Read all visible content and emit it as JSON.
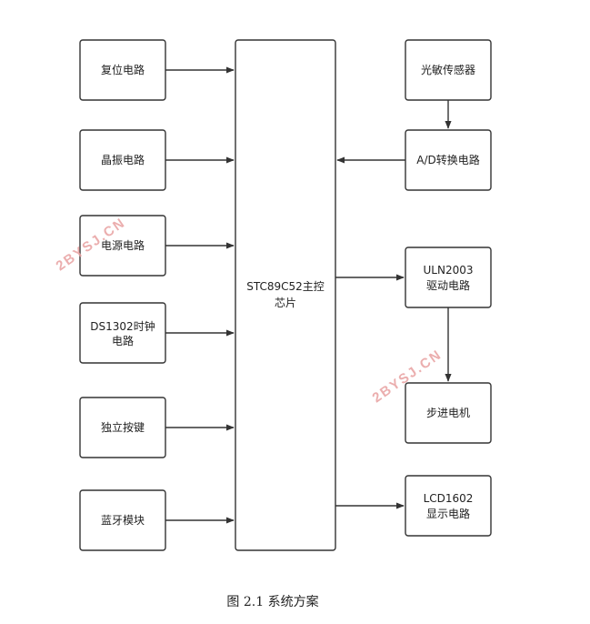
{
  "diagram": {
    "main": {
      "line1": "STC89C52主控",
      "line2": "芯片"
    },
    "left": {
      "reset": "复位电路",
      "crystal": "晶振电路",
      "power": "电源电路",
      "rtc_line1": "DS1302时钟",
      "rtc_line2": "电路",
      "keys": "独立按键",
      "bluetooth": "蓝牙模块"
    },
    "right": {
      "photo": "光敏传感器",
      "adc": "A/D转换电路",
      "uln_line1": "ULN2003",
      "uln_line2": "驱动电路",
      "motor": "步进电机",
      "lcd_line1": "LCD1602",
      "lcd_line2": "显示电路"
    },
    "watermark": "2BYSJ.CN"
  },
  "caption": "图 2.1  系统方案",
  "colors": {
    "stroke": "#333333",
    "watermark": "#e8a0a0"
  }
}
